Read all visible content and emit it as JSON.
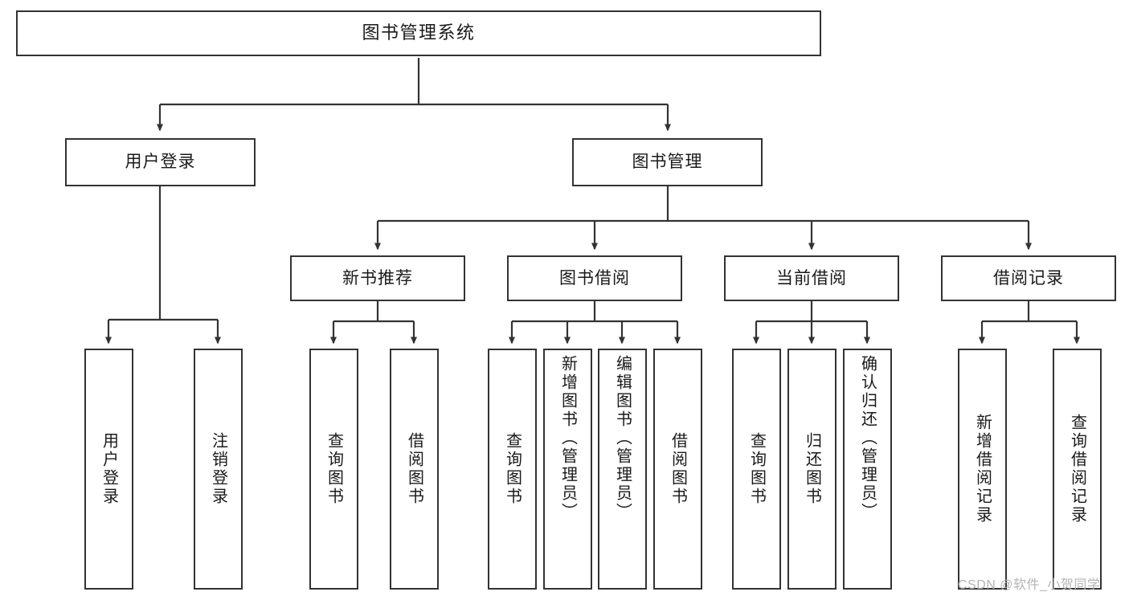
{
  "diagram": {
    "title": "图书管理系统",
    "type": "hierarchy-tree",
    "root": {
      "id": "root",
      "label": "图书管理系统"
    },
    "level1": [
      {
        "id": "user-login",
        "label": "用户登录"
      },
      {
        "id": "book-manage",
        "label": "图书管理"
      }
    ],
    "level2": [
      {
        "id": "new-book-rec",
        "label": "新书推荐",
        "parent": "book-manage"
      },
      {
        "id": "book-borrow",
        "label": "图书借阅",
        "parent": "book-manage"
      },
      {
        "id": "current-borrow",
        "label": "当前借阅",
        "parent": "book-manage"
      },
      {
        "id": "borrow-record",
        "label": "借阅记录",
        "parent": "book-manage"
      }
    ],
    "leaves": [
      {
        "id": "leaf-user-login",
        "label": "用户登录",
        "parent": "user-login"
      },
      {
        "id": "leaf-logout",
        "label": "注销登录",
        "parent": "user-login"
      },
      {
        "id": "leaf-query-book-1",
        "label": "查询图书",
        "parent": "new-book-rec"
      },
      {
        "id": "leaf-borrow-book-1",
        "label": "借阅图书",
        "parent": "new-book-rec"
      },
      {
        "id": "leaf-query-book-2",
        "label": "查询图书",
        "parent": "book-borrow"
      },
      {
        "id": "leaf-add-book",
        "label": "新增图书（管理员）",
        "parent": "book-borrow"
      },
      {
        "id": "leaf-edit-book",
        "label": "编辑图书（管理员）",
        "parent": "book-borrow"
      },
      {
        "id": "leaf-borrow-book-2",
        "label": "借阅图书",
        "parent": "book-borrow"
      },
      {
        "id": "leaf-query-book-3",
        "label": "查询图书",
        "parent": "current-borrow"
      },
      {
        "id": "leaf-return-book",
        "label": "归还图书",
        "parent": "current-borrow"
      },
      {
        "id": "leaf-confirm-return",
        "label": "确认归还（管理员）",
        "parent": "current-borrow"
      },
      {
        "id": "leaf-add-record",
        "label": "新增借阅记录",
        "parent": "borrow-record"
      },
      {
        "id": "leaf-query-record",
        "label": "查询借阅记录",
        "parent": "borrow-record"
      }
    ],
    "colors": {
      "border": "#333333",
      "text": "#1a1a1a",
      "background": "#ffffff",
      "watermark": "#b4b4b4"
    }
  },
  "watermark": {
    "text": "CSDN @软件_小贺同学"
  }
}
